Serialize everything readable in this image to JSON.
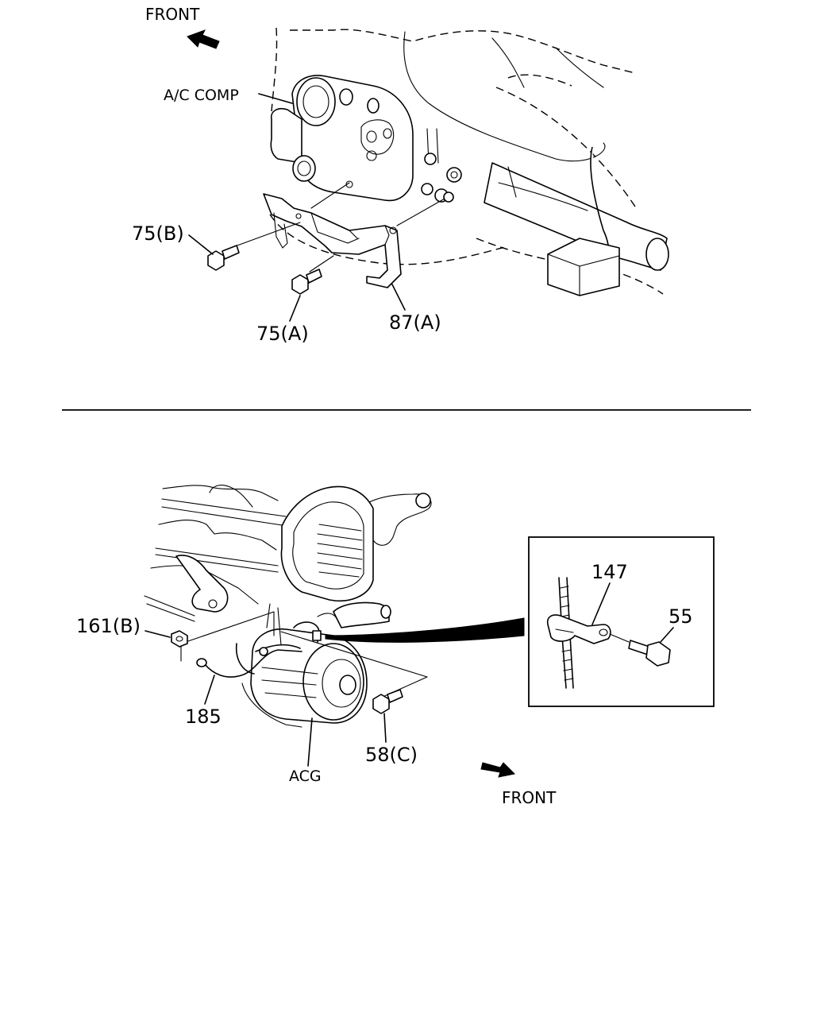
{
  "top_view": {
    "front_label": "FRONT",
    "ac_comp_label": "A/C COMP",
    "callouts": {
      "bolt_75b": "75(B)",
      "bolt_75a": "75(A)",
      "bracket_87a": "87(A)"
    }
  },
  "bottom_view": {
    "front_label": "FRONT",
    "acg_label": "ACG",
    "callouts": {
      "nut_161b": "161(B)",
      "wire_185": "185",
      "bolt_58c": "58(C)"
    },
    "detail_inset": {
      "clamp_147": "147",
      "bolt_55": "55"
    }
  }
}
